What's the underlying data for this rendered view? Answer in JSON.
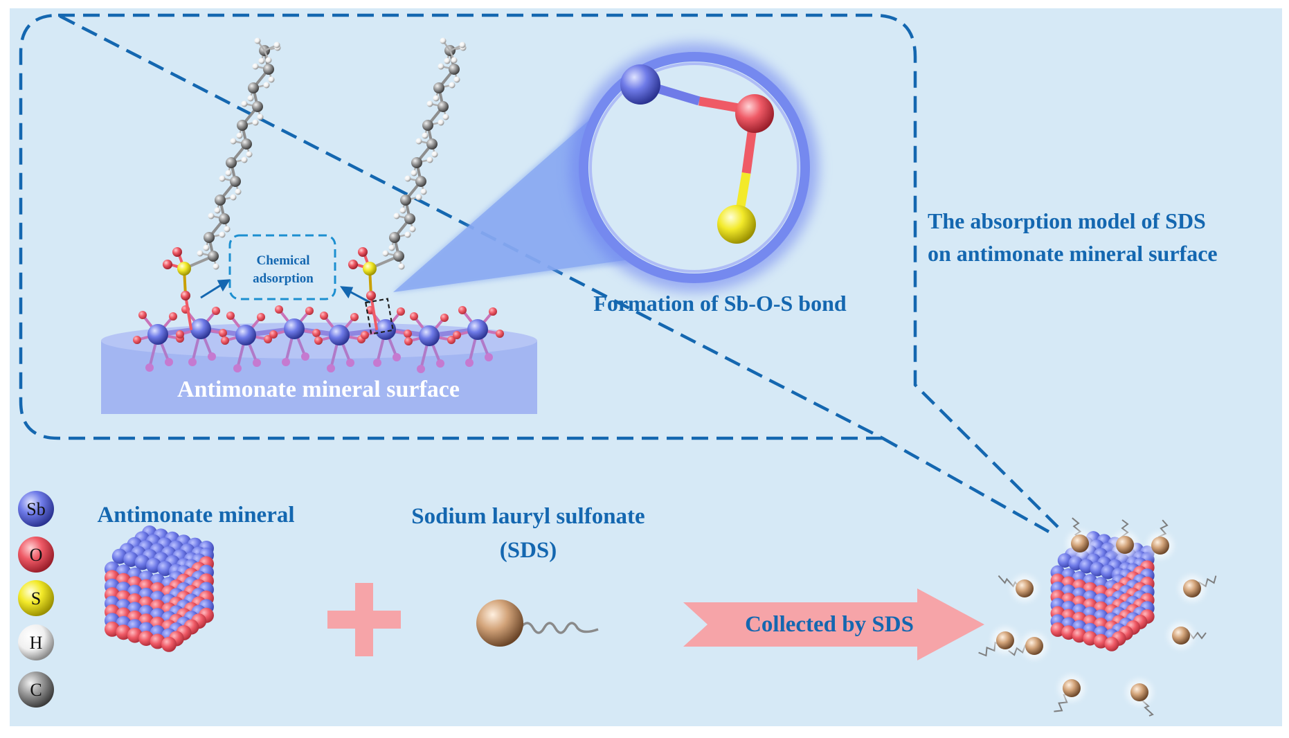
{
  "colors": {
    "background": "#d6e9f6",
    "frame": "#ffffff",
    "dash": "#1467b0",
    "text_blue": "#1467b0",
    "surface": "#a3b6f2",
    "sb": "#6f7be8",
    "o": "#ef5a66",
    "s": "#f3ea2a",
    "h": "#f2f2f2",
    "c": "#a2a2a2",
    "collector_ball": "#d3a47a",
    "arrow": "#f6a4a8",
    "plus": "#f6a4a8"
  },
  "legend": [
    {
      "symbol": "Sb",
      "color": "#6f7be8"
    },
    {
      "symbol": "O",
      "color": "#ef5a66"
    },
    {
      "symbol": "S",
      "color": "#f3ea2a"
    },
    {
      "symbol": "H",
      "color": "#f2f2f2"
    },
    {
      "symbol": "C",
      "color": "#a2a2a2"
    }
  ],
  "labels": {
    "chemical_adsorption_line1": "Chemical",
    "chemical_adsorption_line2": "adsorption",
    "surface": "Antimonate mineral surface",
    "bond": "Formation of Sb-O-S bond",
    "model_line1": "The absorption model of SDS",
    "model_line2": "on antimonate mineral surface",
    "mineral": "Antimonate mineral",
    "reagent_line1": "Sodium lauryl sulfonate",
    "reagent_line2": "(SDS)",
    "arrow": "Collected by SDS"
  }
}
